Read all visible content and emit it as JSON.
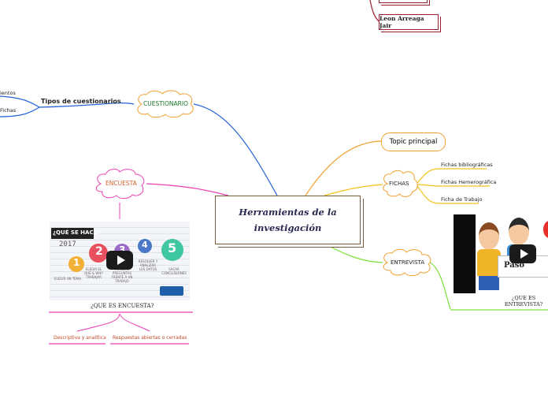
{
  "central": {
    "title": "Herramientas de la investigación"
  },
  "author": {
    "name": "Leon Arreaga Jair"
  },
  "branches": {
    "topic": "Topic principal",
    "fichas": "FICHAS",
    "fichas_items": [
      "Fichas bibliográficas",
      "Fichas Hemerográfica",
      "Ficha de Trabajo"
    ],
    "entrevista": "ENTREVISTA",
    "entrevista_caption": "¿QUE ES ENTREVISTA?",
    "cuestionario": "CUESTIONARIO",
    "tipos": "Tipos de cuestionarios",
    "left_items": [
      "ientos",
      "Fichas"
    ],
    "encuesta": "ENCUESTA",
    "encuesta_caption": "¿QUE ES ENCUESTA?",
    "encuesta_items": [
      "Descriptiva y analítica",
      "Respuestas abiertas o cerradas"
    ]
  },
  "video_encuesta": {
    "title": "¿QUÉ SE HACE?",
    "year": "2017",
    "steps": [
      "1",
      "2",
      "3",
      "4",
      "5"
    ],
    "step_labels": [
      "ELEGIR UN TEMA",
      "ELEGIR EL QUÉ & WHY TRABAJAR",
      "PLANEAR PREGUNTAS FRENTE A UN TRABAJO",
      "RESOLVER Y ANALIZAR LOS DATOS",
      "SACAR CONCLUSIONES"
    ]
  },
  "video_entrevista": {
    "text": "Paso"
  },
  "colors": {
    "cuestionario": "#2563d8",
    "topic": "#f0a030",
    "fichas": "#f3c21b",
    "entrevista": "#7ee23a",
    "encuesta": "#ee3fb4",
    "author": "#9a2030"
  }
}
